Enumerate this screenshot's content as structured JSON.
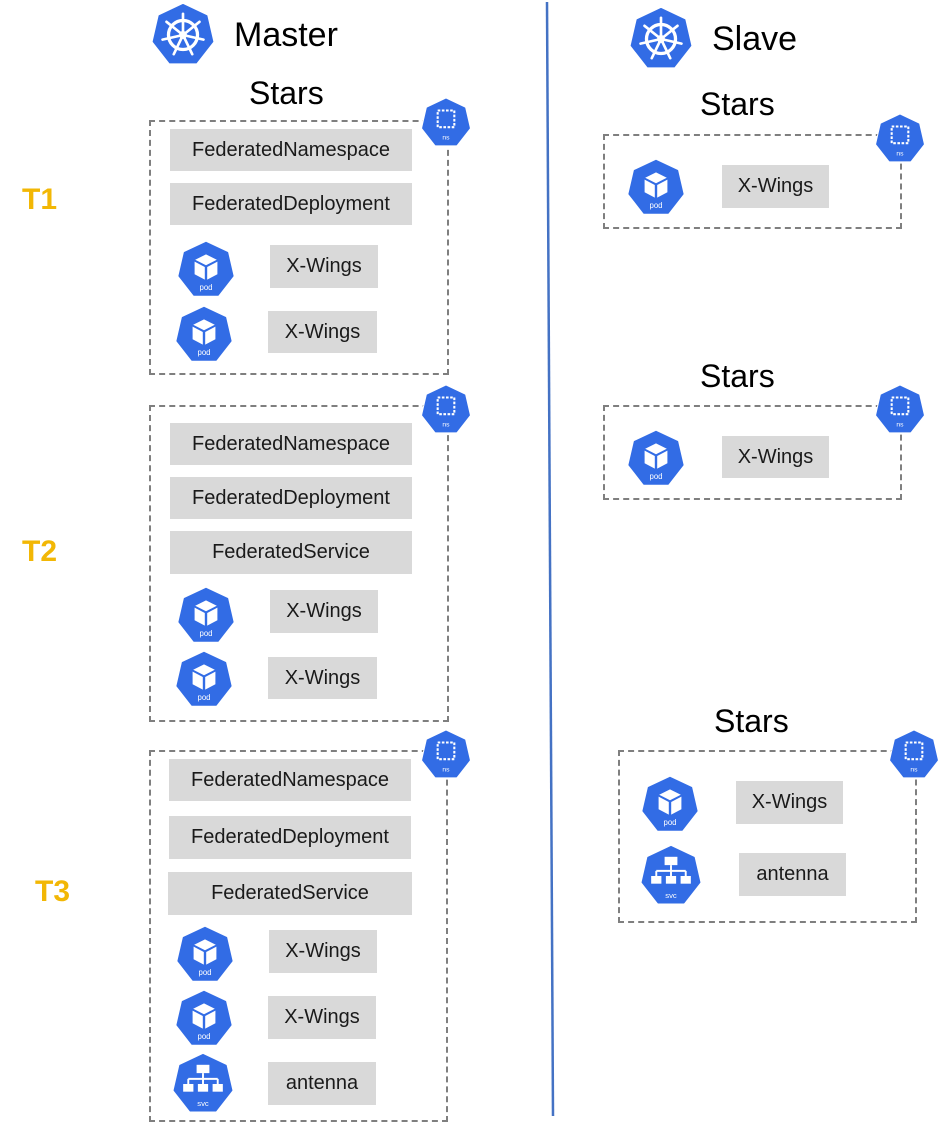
{
  "master": {
    "title": "Master",
    "groups": [
      {
        "tier": "T1",
        "header": "Stars",
        "ns_icon": "ns",
        "labels": [
          "FederatedNamespace",
          "FederatedDeployment",
          "X-Wings",
          "X-Wings"
        ],
        "icons": [
          "pod",
          "pod"
        ]
      },
      {
        "tier": "T2",
        "labels": [
          "FederatedNamespace",
          "FederatedDeployment",
          "FederatedService",
          "X-Wings",
          "X-Wings"
        ],
        "icons": [
          "pod",
          "pod"
        ]
      },
      {
        "tier": "T3",
        "labels": [
          "FederatedNamespace",
          "FederatedDeployment",
          "FederatedService",
          "X-Wings",
          "X-Wings",
          "antenna"
        ],
        "icons": [
          "pod",
          "pod",
          "svc"
        ]
      }
    ]
  },
  "slave": {
    "title": "Slave",
    "groups": [
      {
        "header": "Stars",
        "labels": [
          "X-Wings"
        ],
        "icons": [
          "pod"
        ]
      },
      {
        "header": "Stars",
        "labels": [
          "X-Wings"
        ],
        "icons": [
          "pod"
        ]
      },
      {
        "header": "Stars",
        "labels": [
          "X-Wings",
          "antenna"
        ],
        "icons": [
          "pod",
          "svc"
        ]
      }
    ]
  },
  "icon_text": {
    "pod": "pod",
    "svc": "svc",
    "ns": "ns"
  },
  "colors": {
    "k8s_blue": "#326ce5",
    "tier_yellow": "#f2b705",
    "label_gray": "#d9d9d9",
    "dash_gray": "#7f7f7f",
    "divider": "#4472c4"
  }
}
